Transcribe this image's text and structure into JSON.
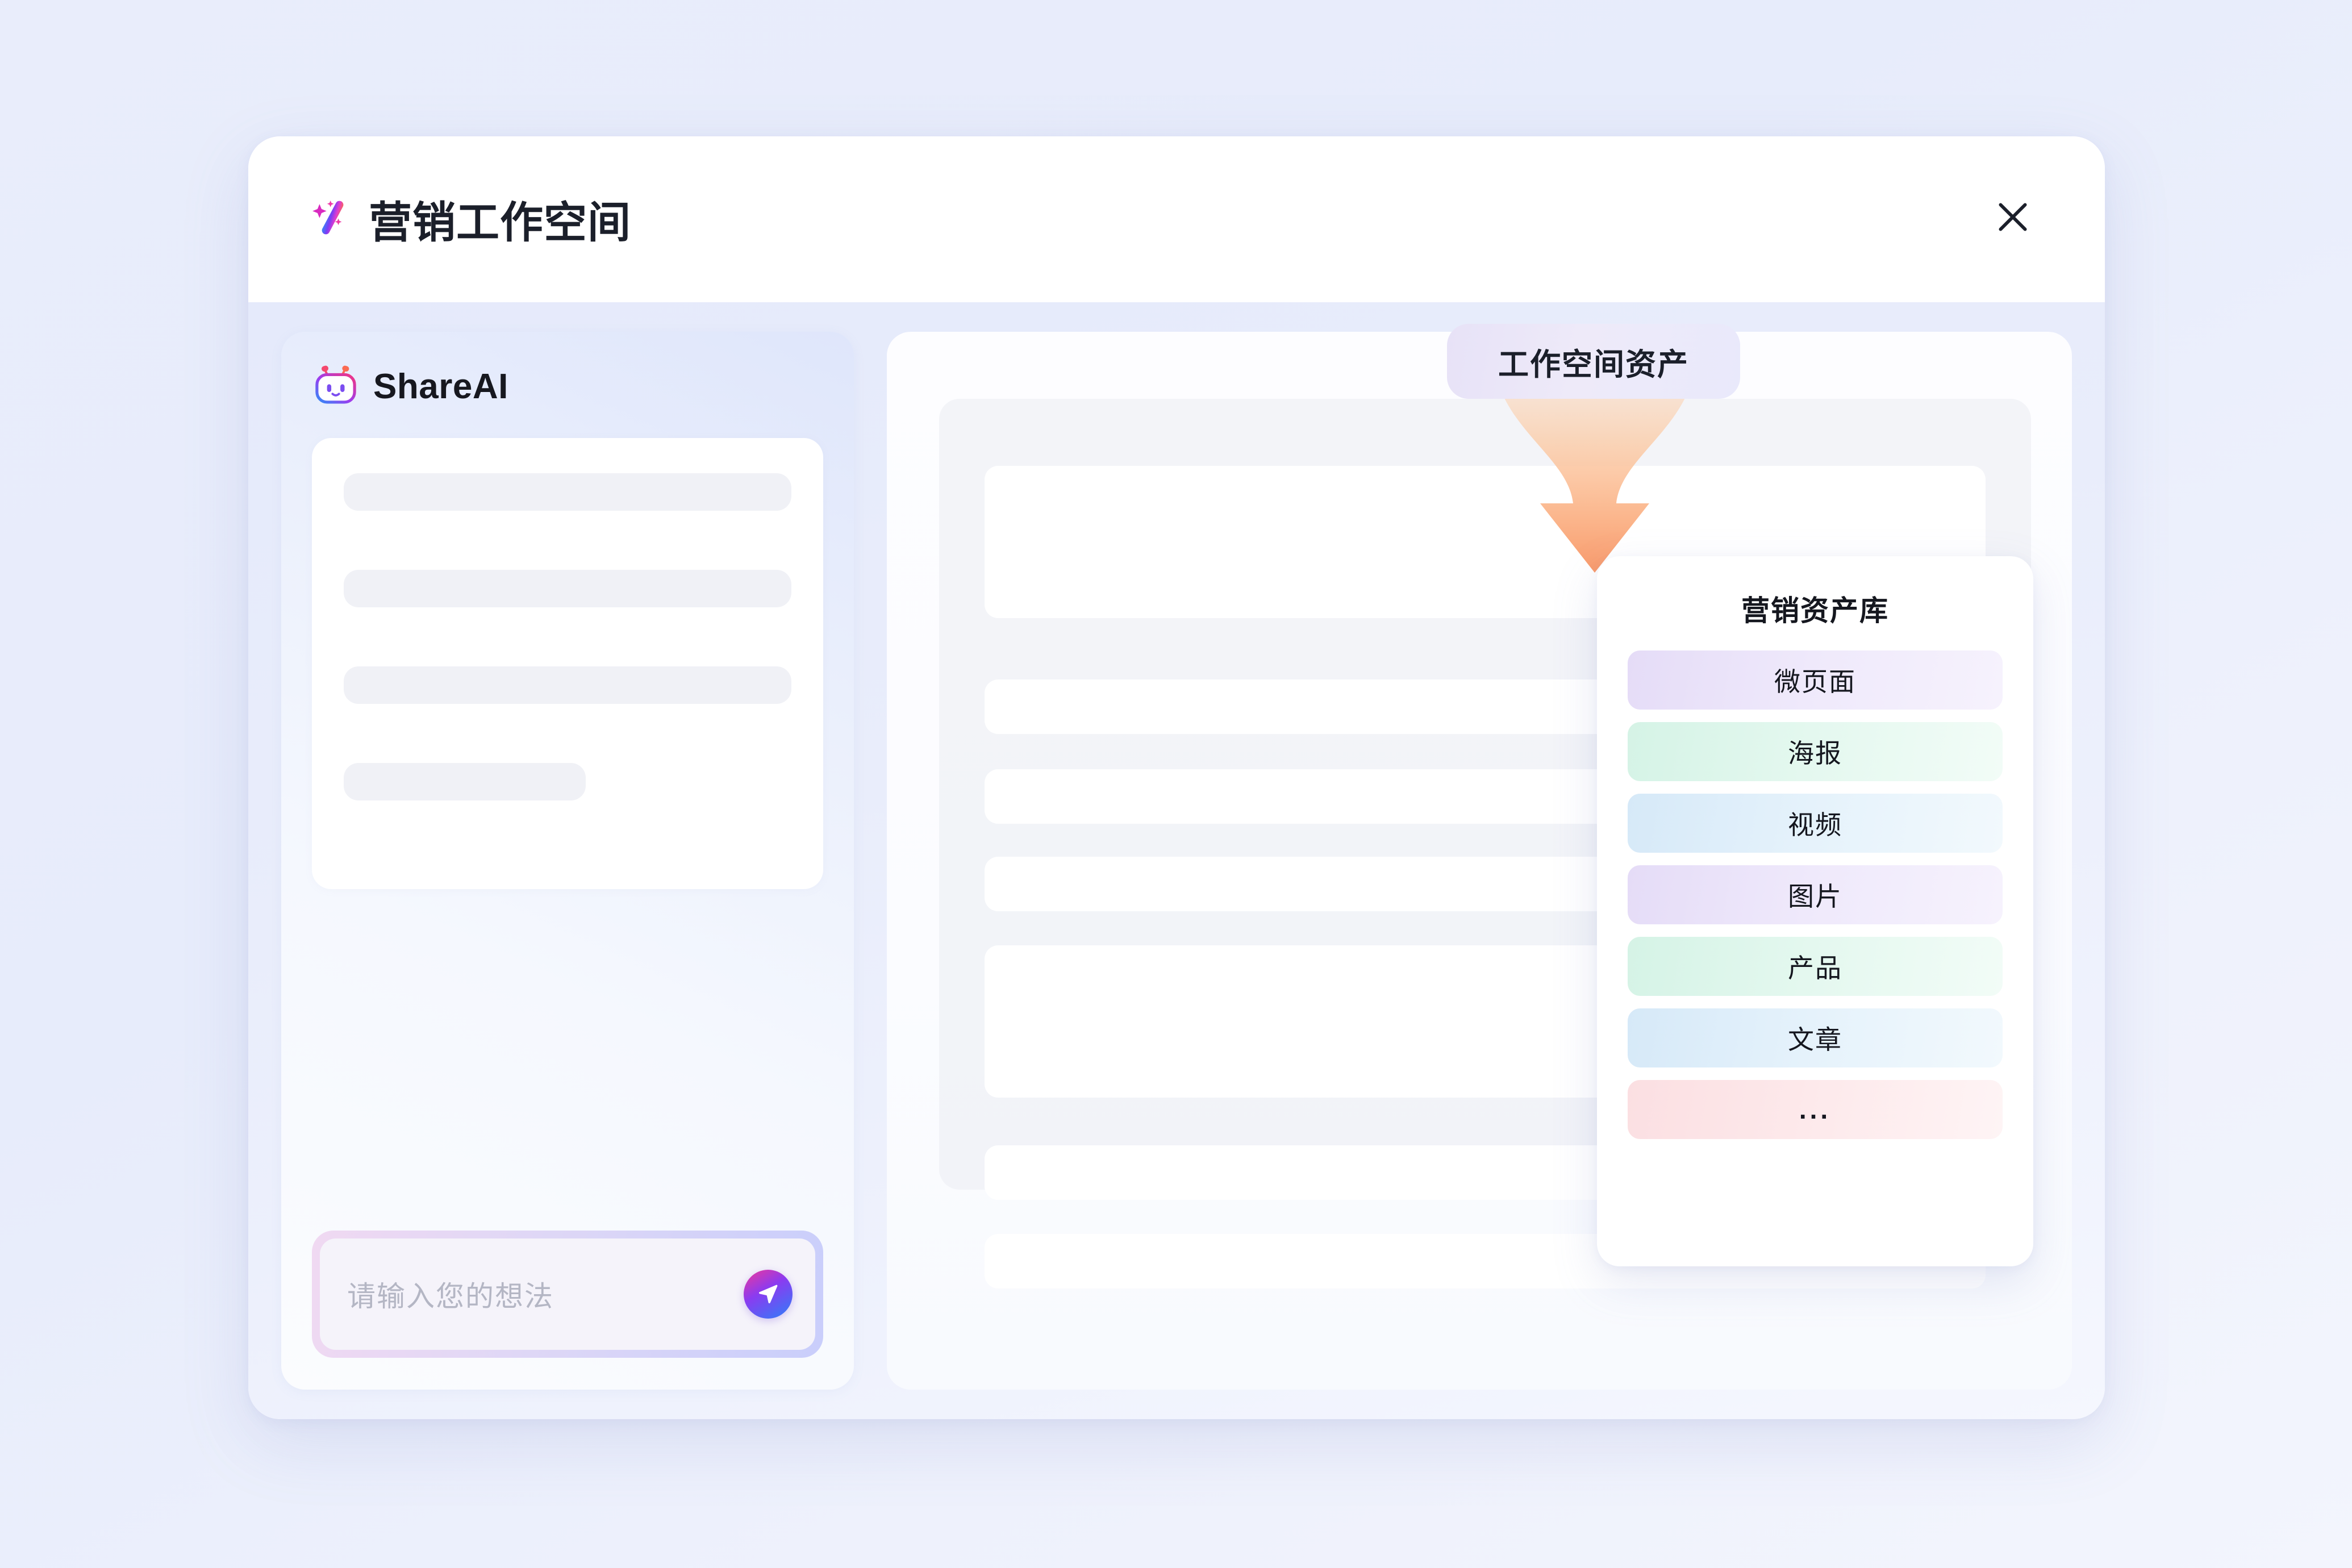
{
  "page": {
    "background_color": "#e9edfb"
  },
  "header": {
    "title": "营销工作空间",
    "logo_icon": "magic-wand-sparkle-icon",
    "close_icon": "close-x-icon"
  },
  "callout": {
    "badge_label": "工作空间资产",
    "badge_bg": "#eeeaf9",
    "arrow_icon": "funnel-down-arrow-icon",
    "arrow_color": "#f9a072"
  },
  "assistant": {
    "name": "ShareAI",
    "avatar_icon": "robot-face-icon",
    "composer": {
      "placeholder": "请输入您的想法",
      "send_icon": "send-paper-plane-icon",
      "send_gradient": "#f0379a,#8b3bf0,#2d7ff9"
    }
  },
  "asset_library": {
    "title": "营销资产库",
    "items": [
      {
        "label": "微页面",
        "color": "#ece4fa"
      },
      {
        "label": "海报",
        "color": "#dcf6ec"
      },
      {
        "label": "视频",
        "color": "#dcedfa"
      },
      {
        "label": "图片",
        "color": "#ece4fa"
      },
      {
        "label": "产品",
        "color": "#dcf6ec"
      },
      {
        "label": "文章",
        "color": "#dcedfa"
      },
      {
        "label": "...",
        "color": "#fde6e8"
      }
    ]
  }
}
